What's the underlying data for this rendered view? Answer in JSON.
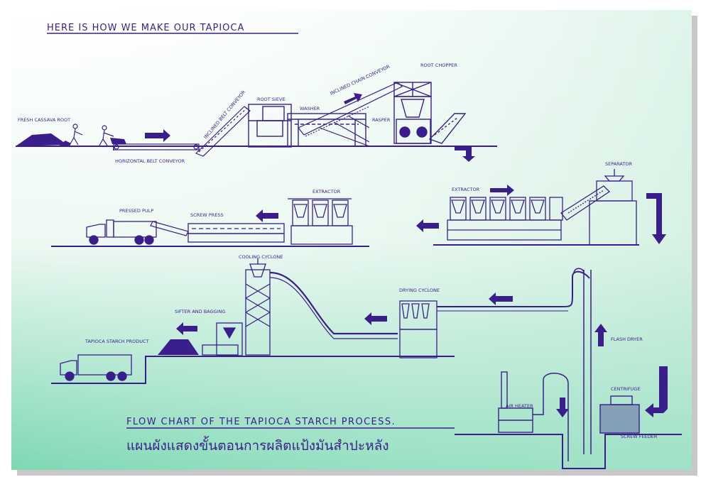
{
  "header": {
    "title": "HERE IS HOW WE MAKE OUR TAPIOCA"
  },
  "labels": {
    "fresh_cassava_root": "FRESH CASSAVA ROOT",
    "horizontal_belt_conveyor": "HORIZONTAL BELT CONVEYOR",
    "inclined_belt_conveyor": "INCLINED BELT CONVEYOR",
    "root_sieve": "ROOT SIEVE",
    "washer": "WASHER",
    "inclined_chain_conveyor": "INCLINED CHAIN CONVEYOR",
    "root_chopper": "ROOT CHOPPER",
    "rasper": "RASPER",
    "separator": "SEPARATOR",
    "extractor_right": "EXTRACTOR",
    "extractor_left": "EXTRACTOR",
    "screw_press": "SCREW PRESS",
    "pressed_pulp": "PRESSED PULP",
    "cooling_cyclone": "COOLING CYCLONE",
    "drying_cyclone": "DRYING CYCLONE",
    "sifter_and_bagging": "SIFTER AND BAGGING",
    "tapioca_starch_product": "TAPIOCA STARCH PRODUCT",
    "flash_dryer": "FLASH DRYER",
    "air_heater": "AIR HEATER",
    "centrifuge": "CENTRIFUGE",
    "screw_feeder": "SCREW FEEDER"
  },
  "footer": {
    "title_en": "FLOW CHART OF THE TAPIOCA STARCH PROCESS.",
    "title_th": "แผนผังแสดงขั้นตอนการผลิตแป้งมันสำปะหลัง"
  },
  "colors": {
    "ink": "#3a1f8c",
    "tint_top": "#ffffff",
    "tint_bottom": "#7ed8b4"
  }
}
